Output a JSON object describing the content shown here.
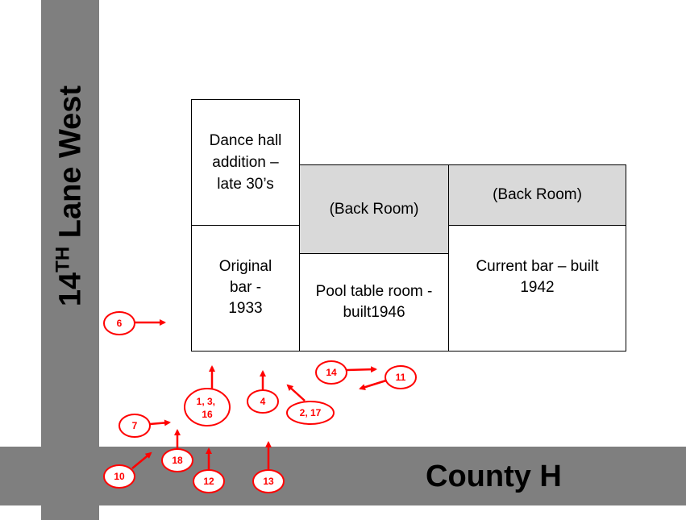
{
  "roads": {
    "vertical": {
      "number": "14",
      "suffix": "TH",
      "rest": " Lane West"
    },
    "horizontal": "County H"
  },
  "rooms": {
    "dance_hall": "Dance hall addition – late 30’s",
    "original_bar": "Original bar - 1933",
    "back_room_middle": "(Back Room)",
    "pool_room": "Pool table room - built1946",
    "back_room_right": "(Back Room)",
    "current_bar": "Current bar – built 1942"
  },
  "photo_points": [
    "6",
    "1, 3, 16",
    "4",
    "2, 17",
    "14",
    "11",
    "7",
    "18",
    "10",
    "12",
    "13"
  ],
  "colors": {
    "road": "#7f7f7f",
    "back_room": "#d9d9d9",
    "callout": "#ff0000"
  }
}
